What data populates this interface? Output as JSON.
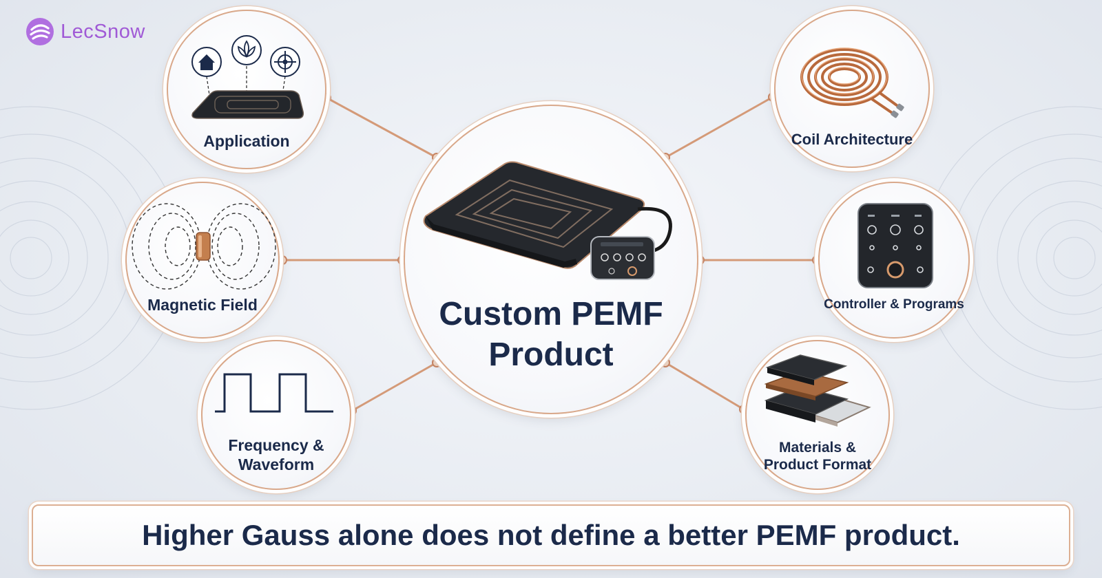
{
  "brand": {
    "logo_text": "LecSnow",
    "logo_color": "#a05ad6"
  },
  "center": {
    "title_line1": "Custom PEMF",
    "title_line2": "Product",
    "icon": "pemf-mat-with-controller-illustration"
  },
  "nodes": [
    {
      "id": "application",
      "label": "Application",
      "icon": "mat-with-home-lotus-target-icons"
    },
    {
      "id": "magnetic-field",
      "label": "Magnetic Field",
      "icon": "magnetic-field-lines-icon"
    },
    {
      "id": "frequency-waveform",
      "label_line1": "Frequency &",
      "label_line2": "Waveform",
      "icon": "square-wave-icon"
    },
    {
      "id": "coil-architecture",
      "label": "Coil Architecture",
      "icon": "copper-coil-icon"
    },
    {
      "id": "controller-programs",
      "label": "Controller & Programs",
      "icon": "controller-device-icon"
    },
    {
      "id": "materials-format",
      "label_line1": "Materials &",
      "label_line2": "Product Format",
      "icon": "layered-materials-icon"
    }
  ],
  "banner": {
    "text": "Higher Gauss alone does not define a better PEMF product."
  },
  "colors": {
    "navy_text": "#1b2a4a",
    "copper_accent": "#d9a88a",
    "connector": "#d49a78"
  }
}
